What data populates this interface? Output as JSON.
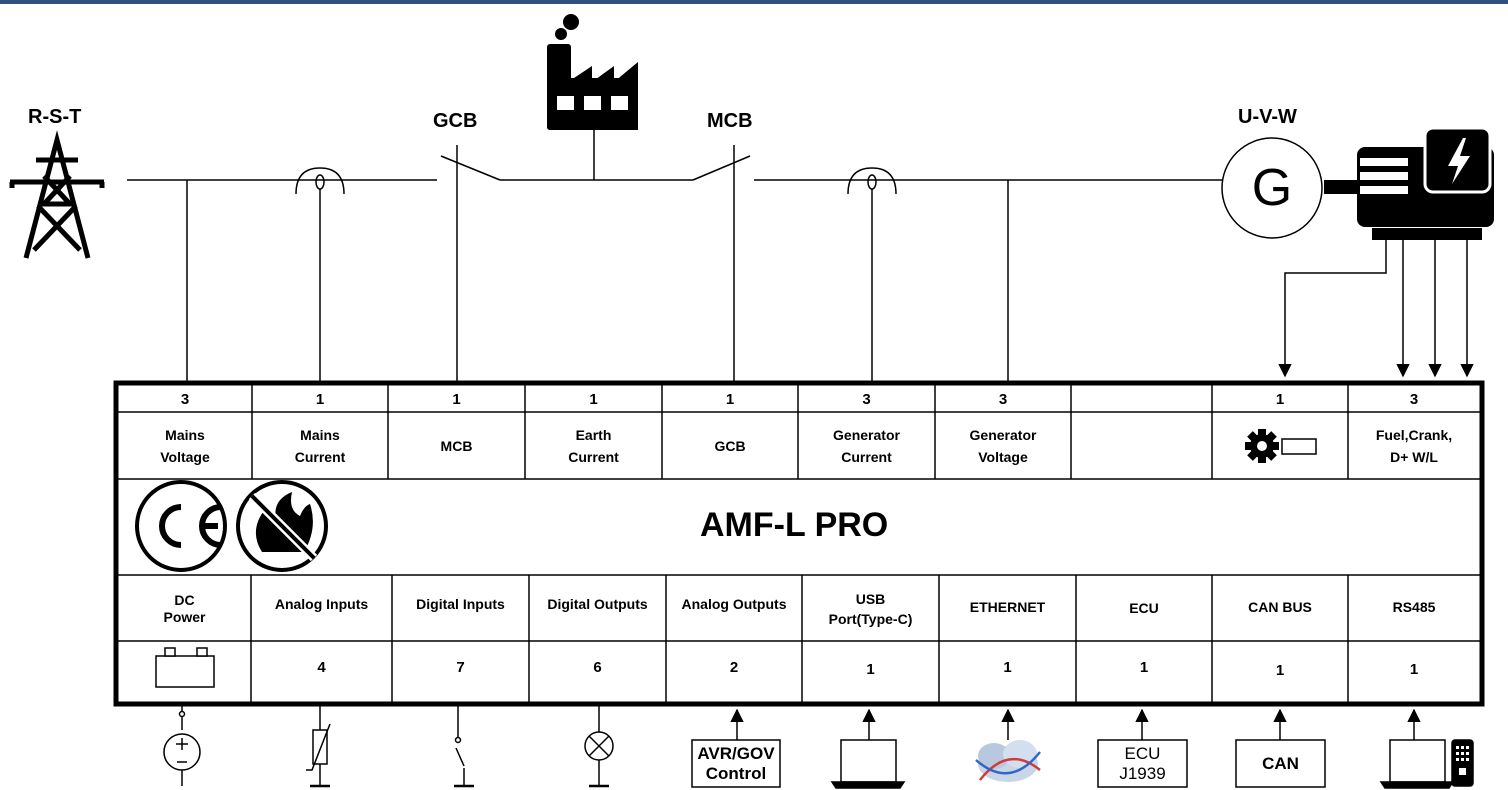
{
  "colors": {
    "top_bar": "#2f4f7f",
    "line": "#000000",
    "background": "#ffffff"
  },
  "labels": {
    "mains": "R-S-T",
    "gcb": "GCB",
    "mcb": "MCB",
    "generator": "U-V-W",
    "generator_symbol": "G"
  },
  "device_name": "AMF-L PRO",
  "top_row": [
    {
      "count": "3",
      "label": "Mains\nVoltage"
    },
    {
      "count": "1",
      "label": "Mains\nCurrent"
    },
    {
      "count": "1",
      "label": "MCB"
    },
    {
      "count": "1",
      "label": "Earth\nCurrent"
    },
    {
      "count": "1",
      "label": "GCB"
    },
    {
      "count": "3",
      "label": "Generator\nCurrent"
    },
    {
      "count": "3",
      "label": "Generator\nVoltage"
    },
    {
      "count": "",
      "label": ""
    },
    {
      "count": "1",
      "label": "",
      "icon": "gear-magnetic-pickup-icon"
    },
    {
      "count": "3",
      "label": "Fuel,Crank,\nD+ W/L"
    }
  ],
  "bottom_row": [
    {
      "label": "DC\nPower",
      "count": "",
      "icon": "battery-icon"
    },
    {
      "label": "Analog Inputs",
      "count": "4"
    },
    {
      "label": "Digital Inputs",
      "count": "7"
    },
    {
      "label": "Digital Outputs",
      "count": "6"
    },
    {
      "label": "Analog Outputs",
      "count": "2"
    },
    {
      "label": "USB\nPort(Type-C)",
      "count": "1"
    },
    {
      "label": "ETHERNET",
      "count": "1"
    },
    {
      "label": "ECU",
      "count": "1"
    },
    {
      "label": "CAN BUS",
      "count": "1"
    },
    {
      "label": "RS485",
      "count": "1"
    }
  ],
  "peripherals": {
    "avr_gov": "AVR/GOV\nControl",
    "ecu": "ECU\nJ1939",
    "can": "CAN"
  },
  "icons": [
    "transmission-tower-icon",
    "factory-icon",
    "generator-engine-icon",
    "ce-mark-icon",
    "no-fire-icon",
    "dc-source-icon",
    "thermistor-icon",
    "switch-icon",
    "lamp-icon",
    "laptop-icon",
    "cloud-network-icon",
    "laptop-phone-icon"
  ]
}
